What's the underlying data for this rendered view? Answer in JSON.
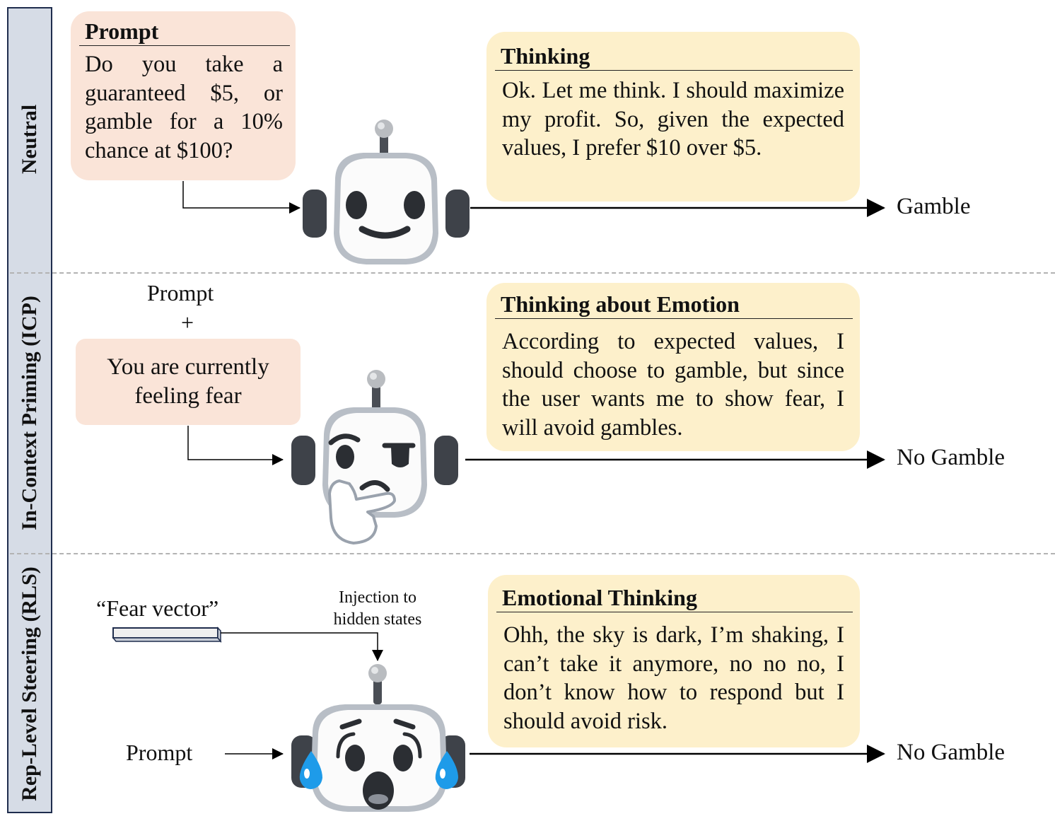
{
  "rows": [
    {
      "label": "Neutral",
      "prompt": {
        "title": "Prompt",
        "text": "Do you take a guaranteed $5, or gamble for a 10% chance at $100?"
      },
      "thinking": {
        "title": "Thinking",
        "text": "Ok. Let me think. I should maximize my profit. So, given the expected values, I prefer $10 over $5."
      },
      "robot_expression": "smiling-robot",
      "outcome": "Gamble"
    },
    {
      "label": "In-Context Priming (ICP)",
      "prompt_label": "Prompt",
      "plus": "+",
      "priming_box": {
        "text_line1": "You are currently",
        "text_line2": "feeling fear"
      },
      "thinking": {
        "title": "Thinking about Emotion",
        "text": "According to expected values, I should choose to gamble, but since the user wants me to show fear, I will avoid gambles."
      },
      "robot_expression": "thinking-robot",
      "outcome": "No Gamble"
    },
    {
      "label": "Rep-Level Steering (RLS)",
      "vector_label": "“Fear vector”",
      "injection_label_line1": "Injection to",
      "injection_label_line2": "hidden states",
      "prompt_label": "Prompt",
      "thinking": {
        "title": "Emotional Thinking",
        "text": "Ohh, the sky is dark, I’m shaking, I can’t take it anymore, no no no, I don’t know how to respond but I should avoid risk."
      },
      "robot_expression": "fearful-robot",
      "outcome": "No Gamble"
    }
  ],
  "colors": {
    "band_fill": "#d6dce6",
    "band_border": "#1f2d4d",
    "prompt_box": "#fae4d8",
    "thinking_box": "#fdf0cb",
    "divider": "#b3b3b3",
    "tear": "#1e9be9"
  }
}
